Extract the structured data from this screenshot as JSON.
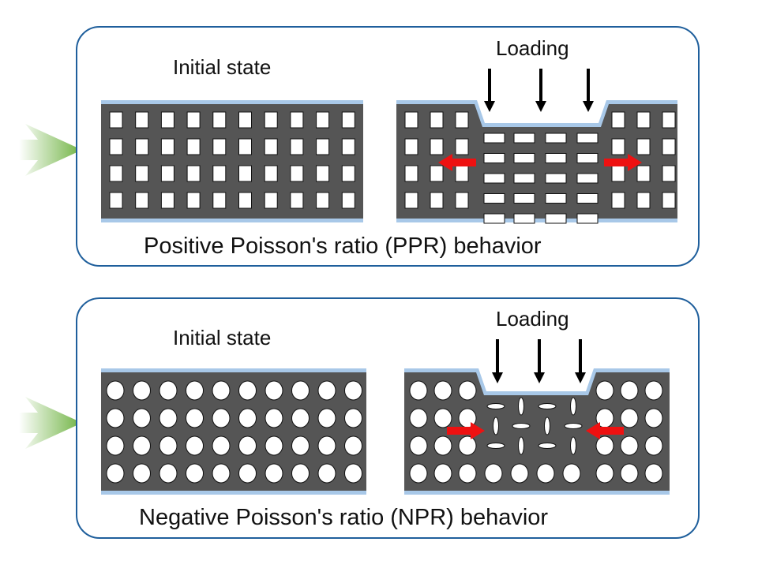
{
  "panels": [
    {
      "id": "ppr",
      "initial_label": "Initial state",
      "loading_label": "Loading",
      "caption": "Positive Poisson's ratio (PPR) behavior",
      "pore_shape": "square",
      "lateral_response": "expansion",
      "colors": {
        "matrix": "#555555",
        "pore": "#ffffff",
        "plate": "#a8c8e8",
        "load_arrow": "#000000",
        "response_arrow": "#ee1111"
      }
    },
    {
      "id": "npr",
      "initial_label": "Initial state",
      "loading_label": "Loading",
      "caption": "Negative Poisson's ratio (NPR) behavior",
      "pore_shape": "circle",
      "lateral_response": "contraction",
      "colors": {
        "matrix": "#555555",
        "pore": "#ffffff",
        "plate": "#a8c8e8",
        "load_arrow": "#000000",
        "response_arrow": "#ee1111"
      }
    }
  ],
  "grid": {
    "rows": 4,
    "cols": 10
  },
  "entry_arrow_color": "#7fbf4a"
}
